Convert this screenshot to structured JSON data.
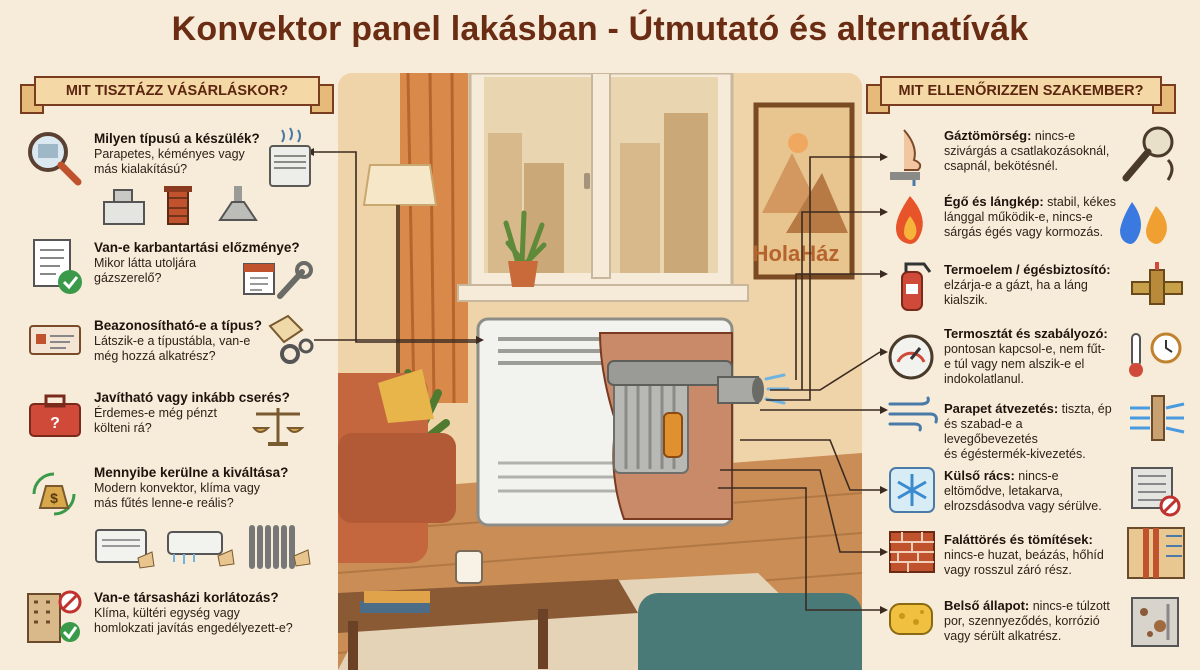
{
  "title": "Konvektor panel lakásban - Útmutató és alternatívák",
  "left_header": "MIT TISZTÁZZ VÁSÁRLÁSKOR?",
  "right_header": "MIT ELLENŐRIZZEN SZAKEMBER?",
  "watermark": "HolaHáz",
  "left_items": [
    {
      "q": "Milyen típusú a készülék?",
      "a1": "Parapetes, kéményes vagy",
      "a2": "más kialakítású?",
      "icon": "magnifier-icon"
    },
    {
      "q": "Van-e karbantartási előzménye?",
      "a1": "Mikor látta utoljára",
      "a2": "gázszerelő?",
      "icon": "document-check-icon"
    },
    {
      "q": "Beazonosítható-e a típus?",
      "a1": "Látszik-e a típustábla, van-e",
      "a2": "még hozzá alkatrész?",
      "icon": "nameplate-icon"
    },
    {
      "q": "Javítható vagy inkább cserés?",
      "a1": "Érdemes-e még pénzt",
      "a2": "költeni rá?",
      "icon": "toolbox-icon"
    },
    {
      "q": "Mennyibe kerülne a kiváltása?",
      "a1": "Modern konvektor, klíma vagy",
      "a2": "más fűtés lenne-e reális?",
      "icon": "money-bag-icon"
    },
    {
      "q": "Van-e társasházi korlátozás?",
      "a1": "Klíma, kültéri egység vagy",
      "a2": "homlokzati javítás engedélyezett-e?",
      "icon": "building-icon"
    }
  ],
  "right_items": [
    {
      "bold": "Gáztömörség:",
      "rest1": " nincs-e",
      "l2": "szivárgás a csatlakozásoknál,",
      "l3": "csapnál, bekötésnél.",
      "icon": "nose-icon"
    },
    {
      "bold": "Égő és lángkép:",
      "rest1": " stabil, kékes",
      "l2": "lánggal működik-e, nincs-e",
      "l3": "sárgás égés vagy kormozás.",
      "icon": "flame-icon"
    },
    {
      "bold": "Termoelem / égésbiztosító:",
      "rest1": "",
      "l2": "elzárja-e a gázt, ha a láng",
      "l3": "kialszik.",
      "icon": "extinguisher-icon"
    },
    {
      "bold": "Termosztát és szabályozó:",
      "rest1": "",
      "l2": "pontosan kapcsol-e, nem fűt-",
      "l3": "e túl vagy nem alszik-e el",
      "l4": "indokolatlanul.",
      "icon": "gauge-icon"
    },
    {
      "bold": "Parapet átvezetés:",
      "rest1": " tiszta, ép",
      "l2": "és szabad-e a levegőbevezetés",
      "l3": "és égéstermék-kivezetés.",
      "icon": "wind-icon"
    },
    {
      "bold": "Külső rács:",
      "rest1": " nincs-e",
      "l2": "eltömődve, letakarva,",
      "l3": "elrozsdásodva vagy sérülve.",
      "icon": "snowflake-icon"
    },
    {
      "bold": "Faláttörés és tömítések:",
      "rest1": "",
      "l2": "nincs-e huzat, beázás, hőhíd",
      "l3": "vagy rosszul záró rész.",
      "icon": "brick-wall-icon"
    },
    {
      "bold": "Belső állapot:",
      "rest1": " nincs-e túlzott",
      "l2": "por, szennyeződés, korrózió",
      "l3": "vagy sérült alkatrész.",
      "icon": "sponge-icon"
    }
  ]
}
